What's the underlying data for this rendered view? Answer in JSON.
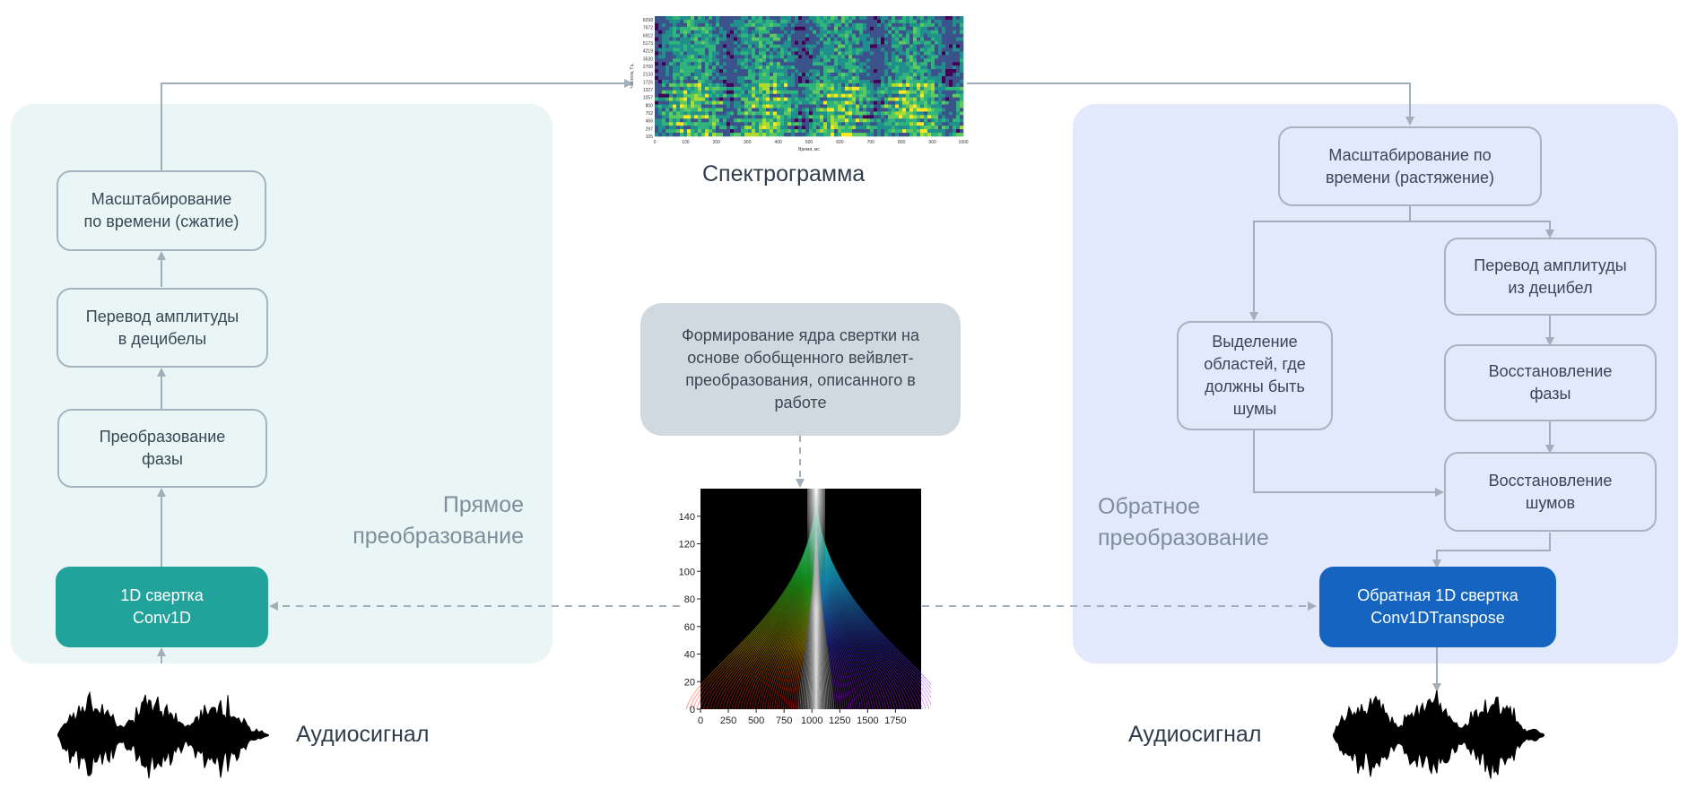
{
  "left_panel": {
    "label": "Прямое\nпреобразование",
    "boxes": {
      "time_scale": "Масштабирование\nпо времени (сжатие)",
      "amplitude": "Перевод амплитуды\nв децибелы",
      "phase": "Преобразование\nфазы",
      "conv": "1D свертка\nConv1D"
    },
    "audio_caption": "Аудиосигнал"
  },
  "center": {
    "spectrogram_caption": "Спектрограмма",
    "kernel_box": "Формирование ядра свертки на\nоснове обобщенного вейвлет-\nпреобразования, описанного в\nработе",
    "kernel_plot": {
      "y_ticks": [
        "0",
        "20",
        "40",
        "60",
        "80",
        "100",
        "120",
        "140"
      ],
      "x_ticks": [
        "0",
        "250",
        "500",
        "750",
        "1000",
        "1250",
        "1500",
        "1750"
      ]
    },
    "spectrogram": {
      "y_ticks": [
        "8298",
        "7672",
        "6912",
        "5173",
        "4219",
        "3530",
        "2700",
        "2133",
        "1725",
        "1327",
        "1057",
        "800",
        "702",
        "466",
        "297",
        "105"
      ],
      "x_ticks": [
        "0",
        "100",
        "200",
        "300",
        "400",
        "500",
        "600",
        "700",
        "800",
        "900",
        "1000"
      ],
      "xlabel": "Время, мс",
      "ylabel": "Частота, Гц"
    }
  },
  "right_panel": {
    "label": "Обратное\nпреобразование",
    "boxes": {
      "time_scale": "Масштабирование по\nвремени (растяжение)",
      "amplitude": "Перевод амплитуды\nиз децибел",
      "noise_regions": "Выделение\nобластей, где\nдолжны быть\nшумы",
      "phase": "Восстановление\nфазы",
      "noise": "Восстановление\nшумов",
      "conv": "Обратная 1D свертка\nConv1DTranspose"
    },
    "audio_caption": "Аудиосигнал"
  },
  "colors": {
    "left_panel_bg": "#eaf6f6",
    "right_panel_bg": "#e1e9fb",
    "teal": "#21a39b",
    "blue": "#1565c0",
    "arrow": "#a2afbb"
  }
}
